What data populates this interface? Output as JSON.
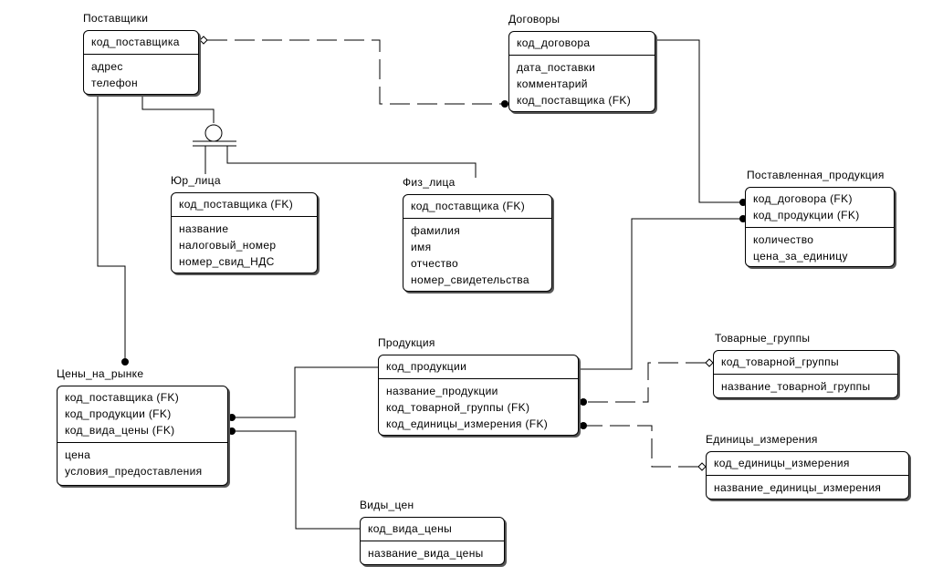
{
  "entities": {
    "postavshiki": {
      "title": "Поставщики",
      "keys": [
        "код_поставщика"
      ],
      "attrs": [
        "адрес",
        "телефон"
      ]
    },
    "dogovory": {
      "title": "Договоры",
      "keys": [
        "код_договора"
      ],
      "attrs": [
        "дата_поставки",
        "комментарий",
        "код_поставщика (FK)"
      ]
    },
    "yur_lica": {
      "title": "Юр_лица",
      "keys": [
        "код_поставщика (FK)"
      ],
      "attrs": [
        "название",
        "налоговый_номер",
        "номер_свид_НДС"
      ]
    },
    "fiz_lica": {
      "title": "Физ_лица",
      "keys": [
        "код_поставщика (FK)"
      ],
      "attrs": [
        "фамилия",
        "имя",
        "отчество",
        "номер_свидетельства"
      ]
    },
    "postavlennaya": {
      "title": "Поставленная_продукция",
      "keys": [
        "код_договора (FK)",
        "код_продукции (FK)"
      ],
      "attrs": [
        "количество",
        "цена_за_единицу"
      ]
    },
    "produkciya": {
      "title": "Продукция",
      "keys": [
        "код_продукции"
      ],
      "attrs": [
        "название_продукции",
        "код_товарной_группы (FK)",
        "код_единицы_измерения (FK)"
      ]
    },
    "tovarnye_gruppy": {
      "title": "Товарные_группы",
      "keys": [
        "код_товарной_группы"
      ],
      "attrs": [
        "название_товарной_группы"
      ]
    },
    "edinicy": {
      "title": "Единицы_измерения",
      "keys": [
        "код_единицы_измерения"
      ],
      "attrs": [
        "название_единицы_измерения"
      ]
    },
    "ceny": {
      "title": "Цены_на_рынке",
      "keys": [
        "код_поставщика (FK)",
        "код_продукции (FK)",
        "код_вида_цены (FK)"
      ],
      "attrs": [
        "цена",
        "условия_предоставления"
      ]
    },
    "vidy_cen": {
      "title": "Виды_цен",
      "keys": [
        "код_вида_цены"
      ],
      "attrs": [
        "название_вида_цены"
      ]
    }
  }
}
